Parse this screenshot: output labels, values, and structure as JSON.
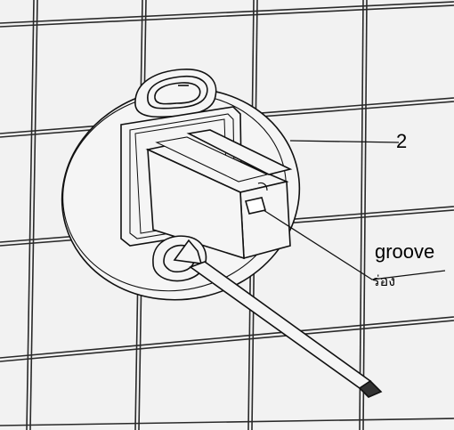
{
  "callouts": {
    "part_number": "2",
    "groove_en": "groove",
    "groove_th": "ร่อง"
  },
  "colors": {
    "background": "#f2f2f2",
    "grout_line": "#2a2a2a",
    "tile_shadow": "#d8d8d8",
    "part_fill": "#f5f5f5",
    "part_stroke": "#111111",
    "text": "#000000"
  }
}
